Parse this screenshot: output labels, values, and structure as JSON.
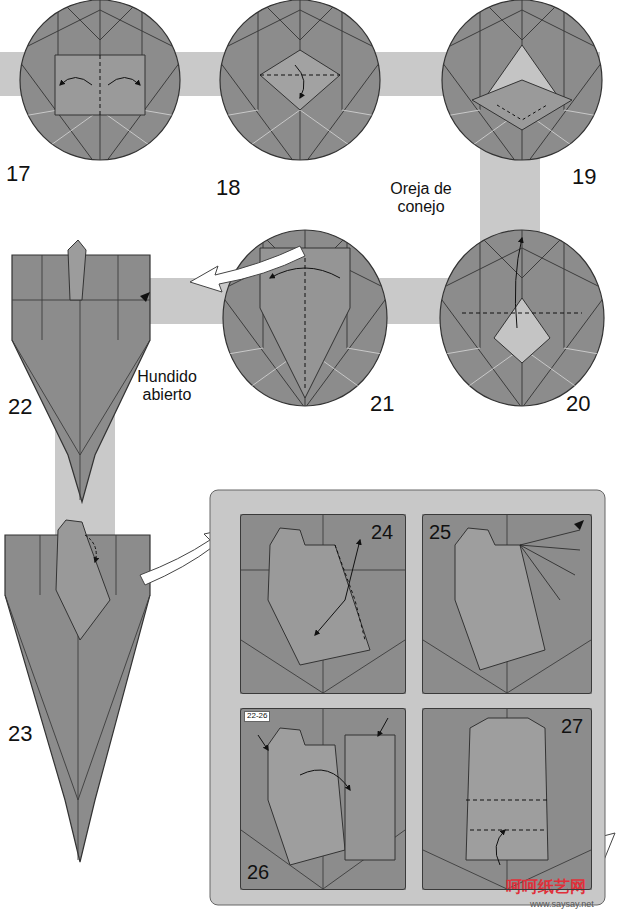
{
  "diagram": {
    "nodes": [
      {
        "text": [
          "24"
        ]
      },
      {
        "text": [
          "25"
        ]
      },
      {
        "text": [
          "22-26",
          "26"
        ]
      },
      {
        "text": [
          "27"
        ]
      }
    ],
    "labels": [
      "17",
      "18",
      "19",
      "Oreja de conejo",
      "22",
      "Hundido abierto",
      "21",
      "20",
      "23",
      "呵呵纸艺网",
      "www.saysay.net"
    ]
  }
}
